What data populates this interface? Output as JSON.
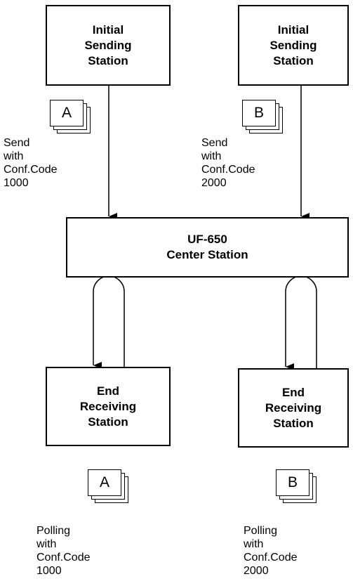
{
  "boxes": {
    "sender_a": [
      "Initial",
      "Sending",
      "Station"
    ],
    "sender_b": [
      "Initial",
      "Sending",
      "Station"
    ],
    "center": [
      "UF-650",
      "Center Station"
    ],
    "receiver_a": [
      "End",
      "Receiving",
      "Station"
    ],
    "receiver_b": [
      "End",
      "Receiving",
      "Station"
    ]
  },
  "documents": {
    "sender_a": "A",
    "sender_b": "B",
    "receiver_a": "A",
    "receiver_b": "B"
  },
  "labels": {
    "send_a": [
      "Send",
      "with",
      "Conf.Code",
      "1000"
    ],
    "send_b": [
      "Send",
      "with",
      "Conf.Code",
      "2000"
    ],
    "poll_a": [
      "Polling",
      "with",
      "Conf.Code",
      "1000"
    ],
    "poll_b": [
      "Polling",
      "with",
      "Conf.Code",
      "2000"
    ]
  }
}
